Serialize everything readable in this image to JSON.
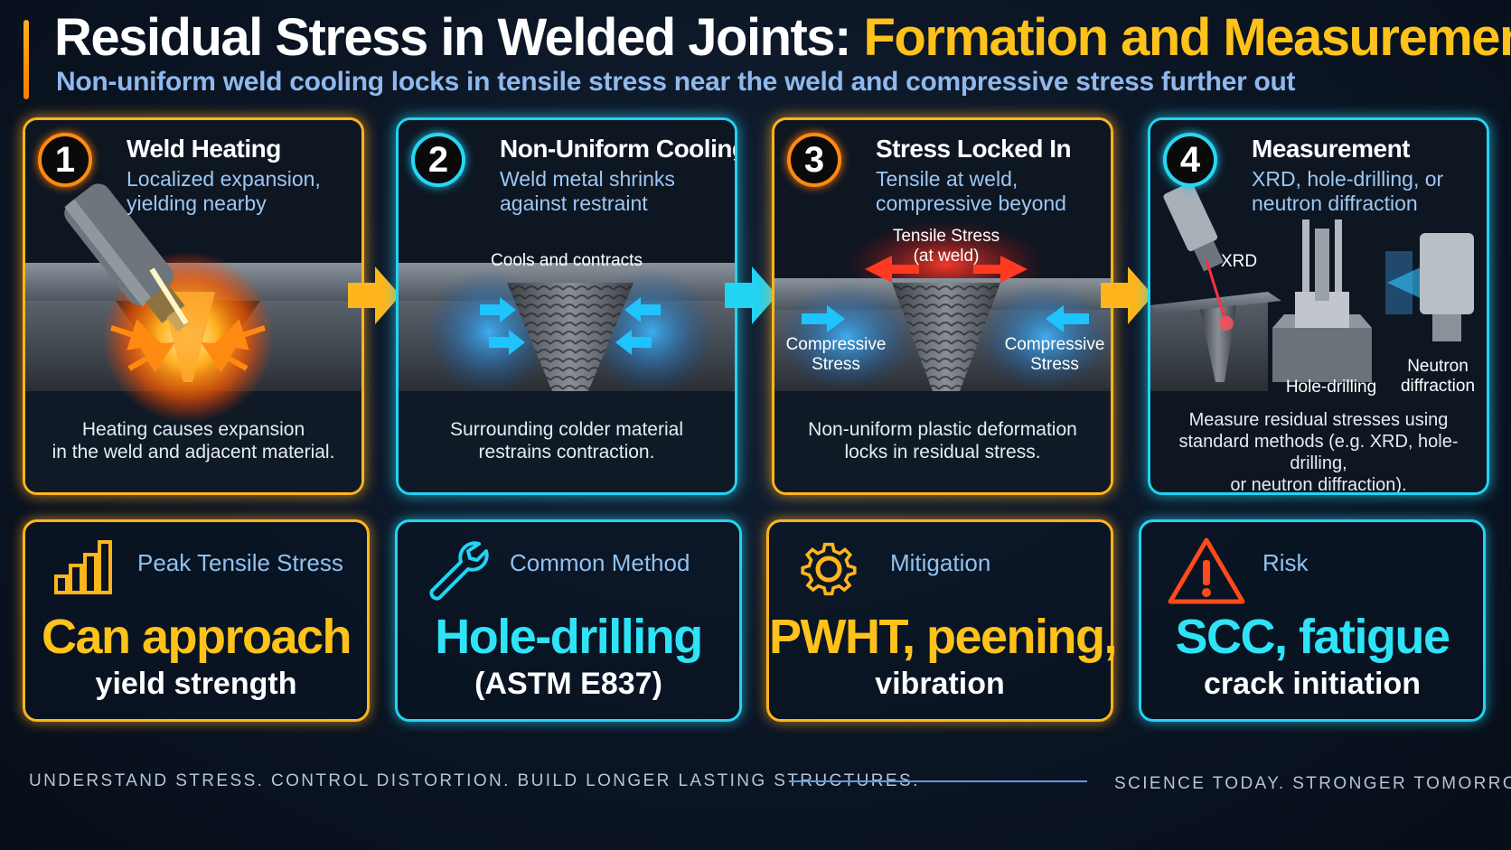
{
  "header": {
    "title_main": "Residual Stress in Welded Joints: ",
    "title_highlight": "Formation and Measurement",
    "subtitle": "Non-uniform weld cooling locks in tensile stress near the weld and compressive stress further out"
  },
  "colors": {
    "orange": "#ffb51c",
    "cyan": "#22d3f2",
    "yellow": "#ffc21a",
    "background": "#0b1524"
  },
  "steps": [
    {
      "number": "1",
      "title": "Weld Heating",
      "desc_line1": "Localized expansion,",
      "desc_line2": "yielding nearby",
      "caption_line1": "Heating causes expansion",
      "caption_line2": "in the weld and adjacent material.",
      "icon": "welding-torch-icon"
    },
    {
      "number": "2",
      "title": "Non-Uniform Cooling",
      "desc_line1": "Weld metal shrinks",
      "desc_line2": "against restraint",
      "image_label": "Cools and contracts",
      "caption_line1": "Surrounding colder material",
      "caption_line2": "restrains contraction.",
      "icon": "contraction-arrows-icon"
    },
    {
      "number": "3",
      "title": "Stress Locked In",
      "desc_line1": "Tensile at weld,",
      "desc_line2": "compressive beyond",
      "tensile_line1": "Tensile Stress",
      "tensile_line2": "(at weld)",
      "compressive_line1": "Compressive",
      "compressive_line2": "Stress",
      "caption_line1": "Non-uniform plastic deformation",
      "caption_line2": "locks in residual stress.",
      "icon": "stress-arrows-icon"
    },
    {
      "number": "4",
      "title": "Measurement",
      "desc_line1": "XRD, hole-drilling, or",
      "desc_line2": "neutron diffraction",
      "label_xrd": "XRD",
      "label_hole": "Hole-drilling",
      "label_neutron1": "Neutron",
      "label_neutron2": "diffraction",
      "caption_line1": "Measure residual stresses using",
      "caption_line2": "standard methods (e.g. XRD, hole-drilling,",
      "caption_line3": "or neutron diffraction).",
      "icon": "measurement-equipment-icon"
    }
  ],
  "cards": [
    {
      "label": "Peak Tensile Stress",
      "big": "Can approach",
      "sub": "yield strength",
      "icon": "bar-chart-icon"
    },
    {
      "label": "Common Method",
      "big": "Hole-drilling",
      "sub": "(ASTM E837)",
      "icon": "wrench-icon"
    },
    {
      "label": "Mitigation",
      "big": "PWHT, peening,",
      "sub": "vibration",
      "icon": "gear-icon"
    },
    {
      "label": "Risk",
      "big": "SCC, fatigue",
      "sub": "crack initiation",
      "icon": "warning-icon"
    }
  ],
  "footer": {
    "left": "UNDERSTAND STRESS.  CONTROL DISTORTION.  BUILD LONGER LASTING STRUCTURES.",
    "right": "SCIENCE TODAY.  STRONGER TOMORROW."
  }
}
